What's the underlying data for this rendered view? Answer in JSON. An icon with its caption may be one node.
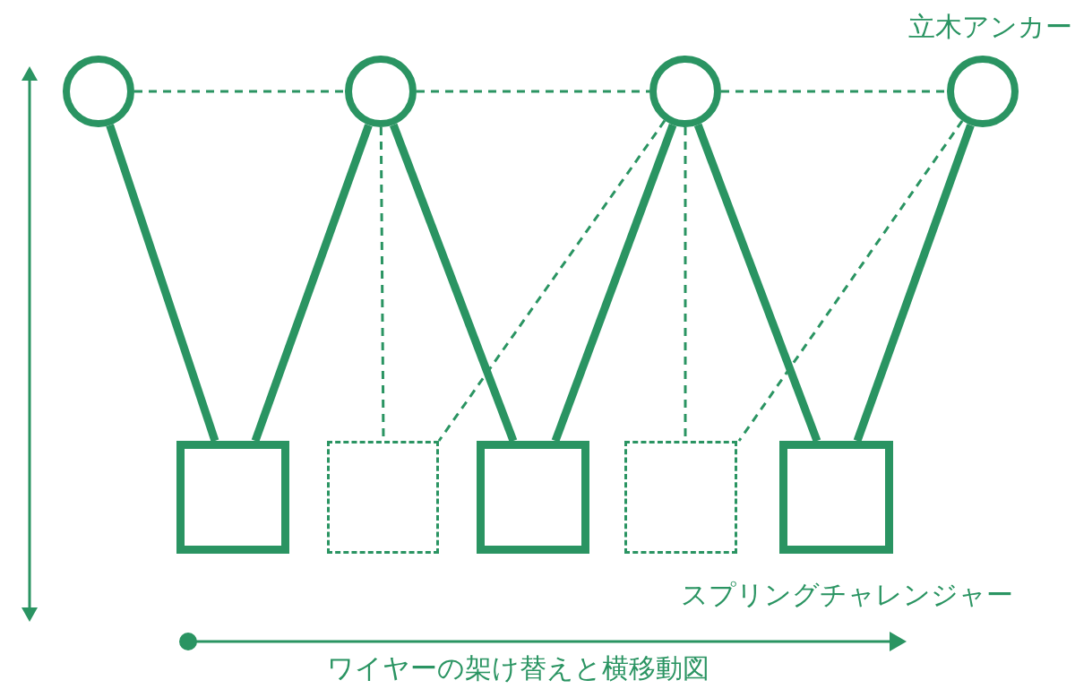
{
  "diagram": {
    "caption": "ワイヤーの架け替えと横移動図",
    "nodes": [
      {
        "text": [],
        "shape": "circle"
      },
      {
        "text": [],
        "shape": "circle"
      },
      {
        "text": [],
        "shape": "circle"
      },
      {
        "text": [],
        "shape": "circle",
        "beside": [
          "立木アンカー"
        ]
      },
      {
        "text": [],
        "shape": "box"
      },
      {
        "text": [],
        "shape": "box"
      },
      {
        "text": [],
        "shape": "box"
      },
      {
        "text": [],
        "shape": "box"
      },
      {
        "text": [],
        "shape": "box"
      }
    ],
    "edges": [
      {
        "from": 0,
        "to": 1,
        "arrow": "none",
        "style": "dashed"
      },
      {
        "from": 1,
        "to": 2,
        "arrow": "none",
        "style": "dashed"
      },
      {
        "from": 2,
        "to": 3,
        "arrow": "none",
        "style": "dashed"
      },
      {
        "from": 0,
        "to": 4,
        "arrow": "none",
        "style": "thick"
      },
      {
        "from": 1,
        "to": 4,
        "arrow": "none",
        "style": "thick"
      },
      {
        "from": 1,
        "to": 5,
        "arrow": "none",
        "style": "dashed"
      },
      {
        "from": 1,
        "to": 6,
        "arrow": "none",
        "style": "thick"
      },
      {
        "from": 2,
        "to": 5,
        "arrow": "none",
        "style": "dashed"
      },
      {
        "from": 2,
        "to": 6,
        "arrow": "none",
        "style": "thick"
      },
      {
        "from": 2,
        "to": 7,
        "arrow": "none",
        "style": "dashed"
      },
      {
        "from": 2,
        "to": 8,
        "arrow": "none",
        "style": "thick"
      },
      {
        "from": 3,
        "to": 7,
        "arrow": "none",
        "style": "dashed"
      },
      {
        "from": 3,
        "to": 8,
        "arrow": "none",
        "style": "thick"
      }
    ],
    "labels": [
      "スプリングチャレンジャー"
    ]
  }
}
